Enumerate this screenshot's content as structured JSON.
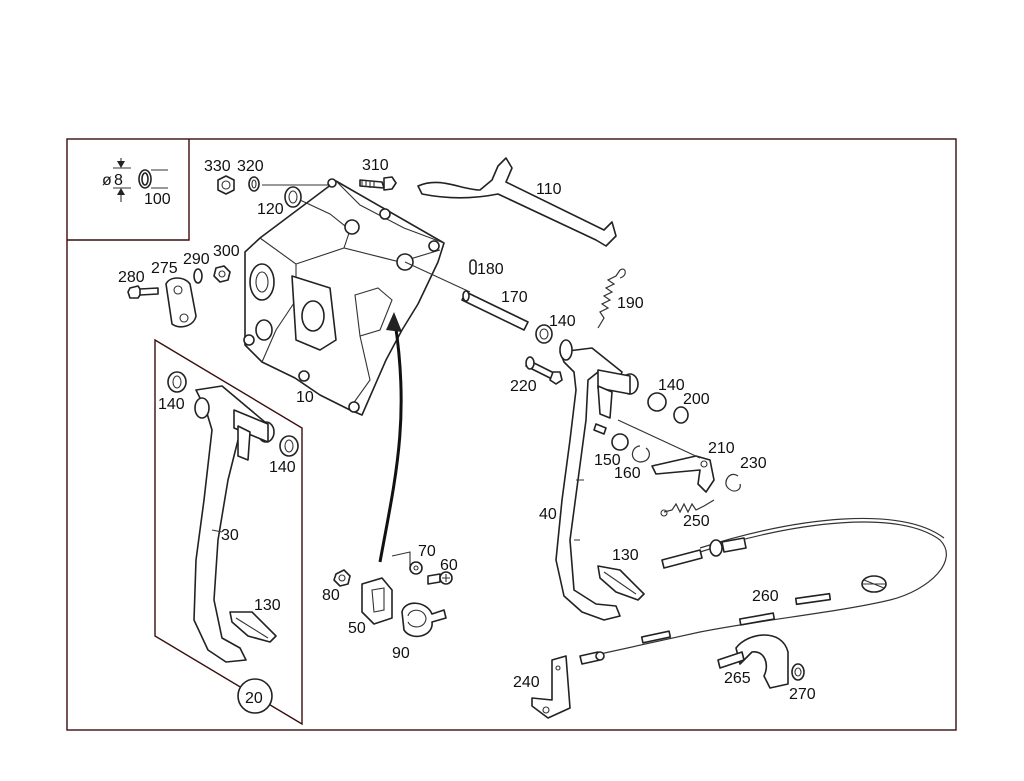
{
  "diagram": {
    "inset": {
      "diameter_symbol": "ø",
      "diameter_value": "8",
      "part_number": "100"
    },
    "callouts": {
      "c10": "10",
      "c20": "20",
      "c30": "30",
      "c40": "40",
      "c50": "50",
      "c60": "60",
      "c70": "70",
      "c80": "80",
      "c90": "90",
      "c110": "110",
      "c120": "120",
      "c130a": "130",
      "c130b": "130",
      "c140a": "140",
      "c140b": "140",
      "c140c": "140",
      "c140d": "140",
      "c150": "150",
      "c160": "160",
      "c170": "170",
      "c180": "180",
      "c190": "190",
      "c200": "200",
      "c210": "210",
      "c220": "220",
      "c230": "230",
      "c240": "240",
      "c250": "250",
      "c260": "260",
      "c265": "265",
      "c270": "270",
      "c275": "275",
      "c280": "280",
      "c290": "290",
      "c300": "300",
      "c310": "310",
      "c320": "320",
      "c330": "330"
    }
  }
}
